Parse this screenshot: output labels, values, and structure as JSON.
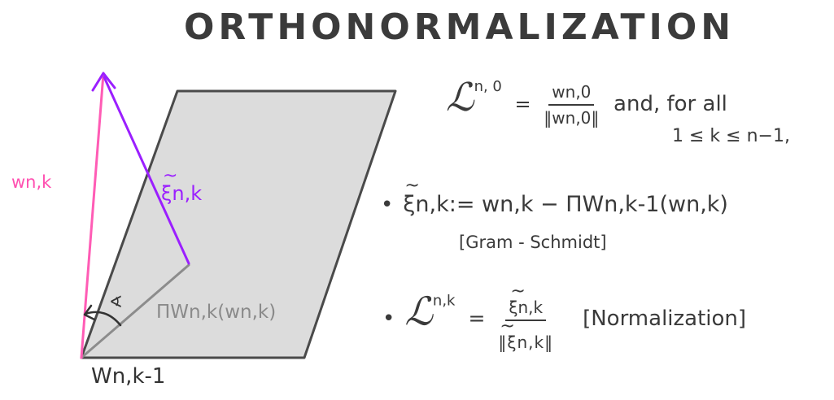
{
  "title": "ORTHONORMALIZATION",
  "diagram": {
    "vector_w_label": "wn,k",
    "vector_xi_label": "ξn,k",
    "projection_label": "ΠWn,k(wn,k)",
    "angle_label": "∢",
    "subspace_label": "Wn,k-1",
    "colors": {
      "plane_fill": "#dcdcdc",
      "plane_stroke": "#4a4a4a",
      "w_vector": "#ff5cb5",
      "xi_vector": "#9b1fff",
      "projection": "#8c8c8c"
    }
  },
  "equations": {
    "eq1": {
      "lhs": "ℒ",
      "lhs_sup": "n, 0",
      "equals": "=",
      "numerator": "wn,0",
      "denominator": "‖wn,0‖",
      "tail": "and, for all",
      "condition": "1 ≤ k ≤ n−1,"
    },
    "eq2": {
      "bullet": "•",
      "lhs": "ξn,k",
      "def": ":= wn,k − ΠWn,k-1(wn,k)",
      "note": "[Gram - Schmidt]"
    },
    "eq3": {
      "bullet": "•",
      "lhs": "ℒ",
      "lhs_sup": "n,k",
      "equals": "=",
      "numerator": "ξn,k",
      "denominator": "‖ξn,k‖",
      "note": "[Normalization]"
    }
  }
}
